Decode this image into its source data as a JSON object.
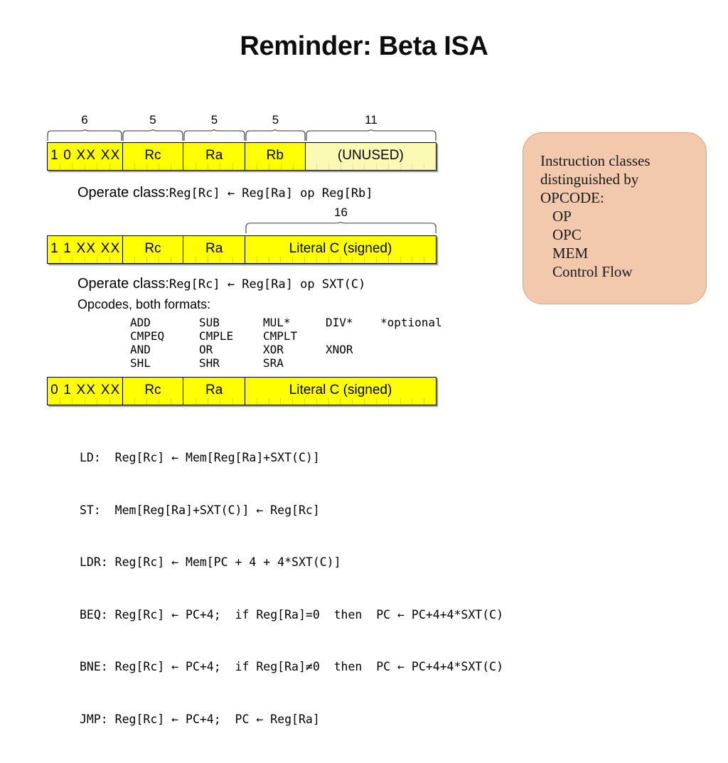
{
  "slide": {
    "title": "Reminder: Beta ISA"
  },
  "formats": [
    {
      "name": "op-format",
      "widths": [
        "6",
        "5",
        "5",
        "5",
        "11"
      ],
      "fields": [
        {
          "label": "1 0 XX XX",
          "bits": 6,
          "shade": "bright"
        },
        {
          "label": "Rc",
          "bits": 5,
          "shade": "bright"
        },
        {
          "label": "Ra",
          "bits": 5,
          "shade": "bright"
        },
        {
          "label": "Rb",
          "bits": 5,
          "shade": "bright"
        },
        {
          "label": "(UNUSED)",
          "bits": 11,
          "shade": "pale"
        }
      ],
      "caption_label": "Operate class:",
      "caption_formula": "Reg[Rc] ← Reg[Ra] op Reg[Rb]"
    },
    {
      "name": "opc-format",
      "widths": [
        "16"
      ],
      "fields": [
        {
          "label": "1 1 XX XX",
          "bits": 6,
          "shade": "bright"
        },
        {
          "label": "Rc",
          "bits": 5,
          "shade": "bright"
        },
        {
          "label": "Ra",
          "bits": 5,
          "shade": "bright"
        },
        {
          "label": "Literal C (signed)",
          "bits": 16,
          "shade": "bright"
        }
      ],
      "caption_label": "Operate class:",
      "caption_formula": "Reg[Rc] ← Reg[Ra] op SXT(C)"
    },
    {
      "name": "mem-format",
      "fields": [
        {
          "label": "0 1 XX XX",
          "bits": 6,
          "shade": "bright"
        },
        {
          "label": "Rc",
          "bits": 5,
          "shade": "bright"
        },
        {
          "label": "Ra",
          "bits": 5,
          "shade": "bright"
        },
        {
          "label": "Literal C (signed)",
          "bits": 16,
          "shade": "bright"
        }
      ]
    }
  ],
  "opcodes": {
    "heading": "Opcodes, both formats:",
    "rows": [
      [
        "ADD",
        "SUB",
        "MUL*",
        "DIV*",
        "*optional"
      ],
      [
        "CMPEQ",
        "CMPLE",
        "CMPLT",
        "",
        ""
      ],
      [
        "AND",
        "OR",
        "XOR",
        "XNOR",
        ""
      ],
      [
        "SHL",
        "SHR",
        "SRA",
        "",
        ""
      ]
    ]
  },
  "instructions": [
    "LD:  Reg[Rc] ← Mem[Reg[Ra]+SXT(C)]",
    "ST:  Mem[Reg[Ra]+SXT(C)] ← Reg[Rc]",
    "LDR: Reg[Rc] ← Mem[PC + 4 + 4*SXT(C)]",
    "BEQ: Reg[Rc] ← PC+4;  if Reg[Ra]=0  then  PC ← PC+4+4*SXT(C)",
    "BNE: Reg[Rc] ← PC+4;  if Reg[Ra]≠0  then  PC ← PC+4+4*SXT(C)",
    "JMP: Reg[Rc] ← PC+4;  PC ← Reg[Ra]"
  ],
  "callout": {
    "lines": [
      {
        "text": "Instruction classes",
        "indent": false
      },
      {
        "text": "distinguished by",
        "indent": false
      },
      {
        "text": "OPCODE:",
        "indent": false
      },
      {
        "text": "OP",
        "indent": true
      },
      {
        "text": "OPC",
        "indent": true
      },
      {
        "text": "MEM",
        "indent": true
      },
      {
        "text": "Control Flow",
        "indent": true
      }
    ]
  },
  "colors": {
    "field_bright": "#FFFF00",
    "field_pale": "#FAFAB4",
    "callout_fill": "#F2C9AC",
    "callout_border": "#D9A37E"
  }
}
